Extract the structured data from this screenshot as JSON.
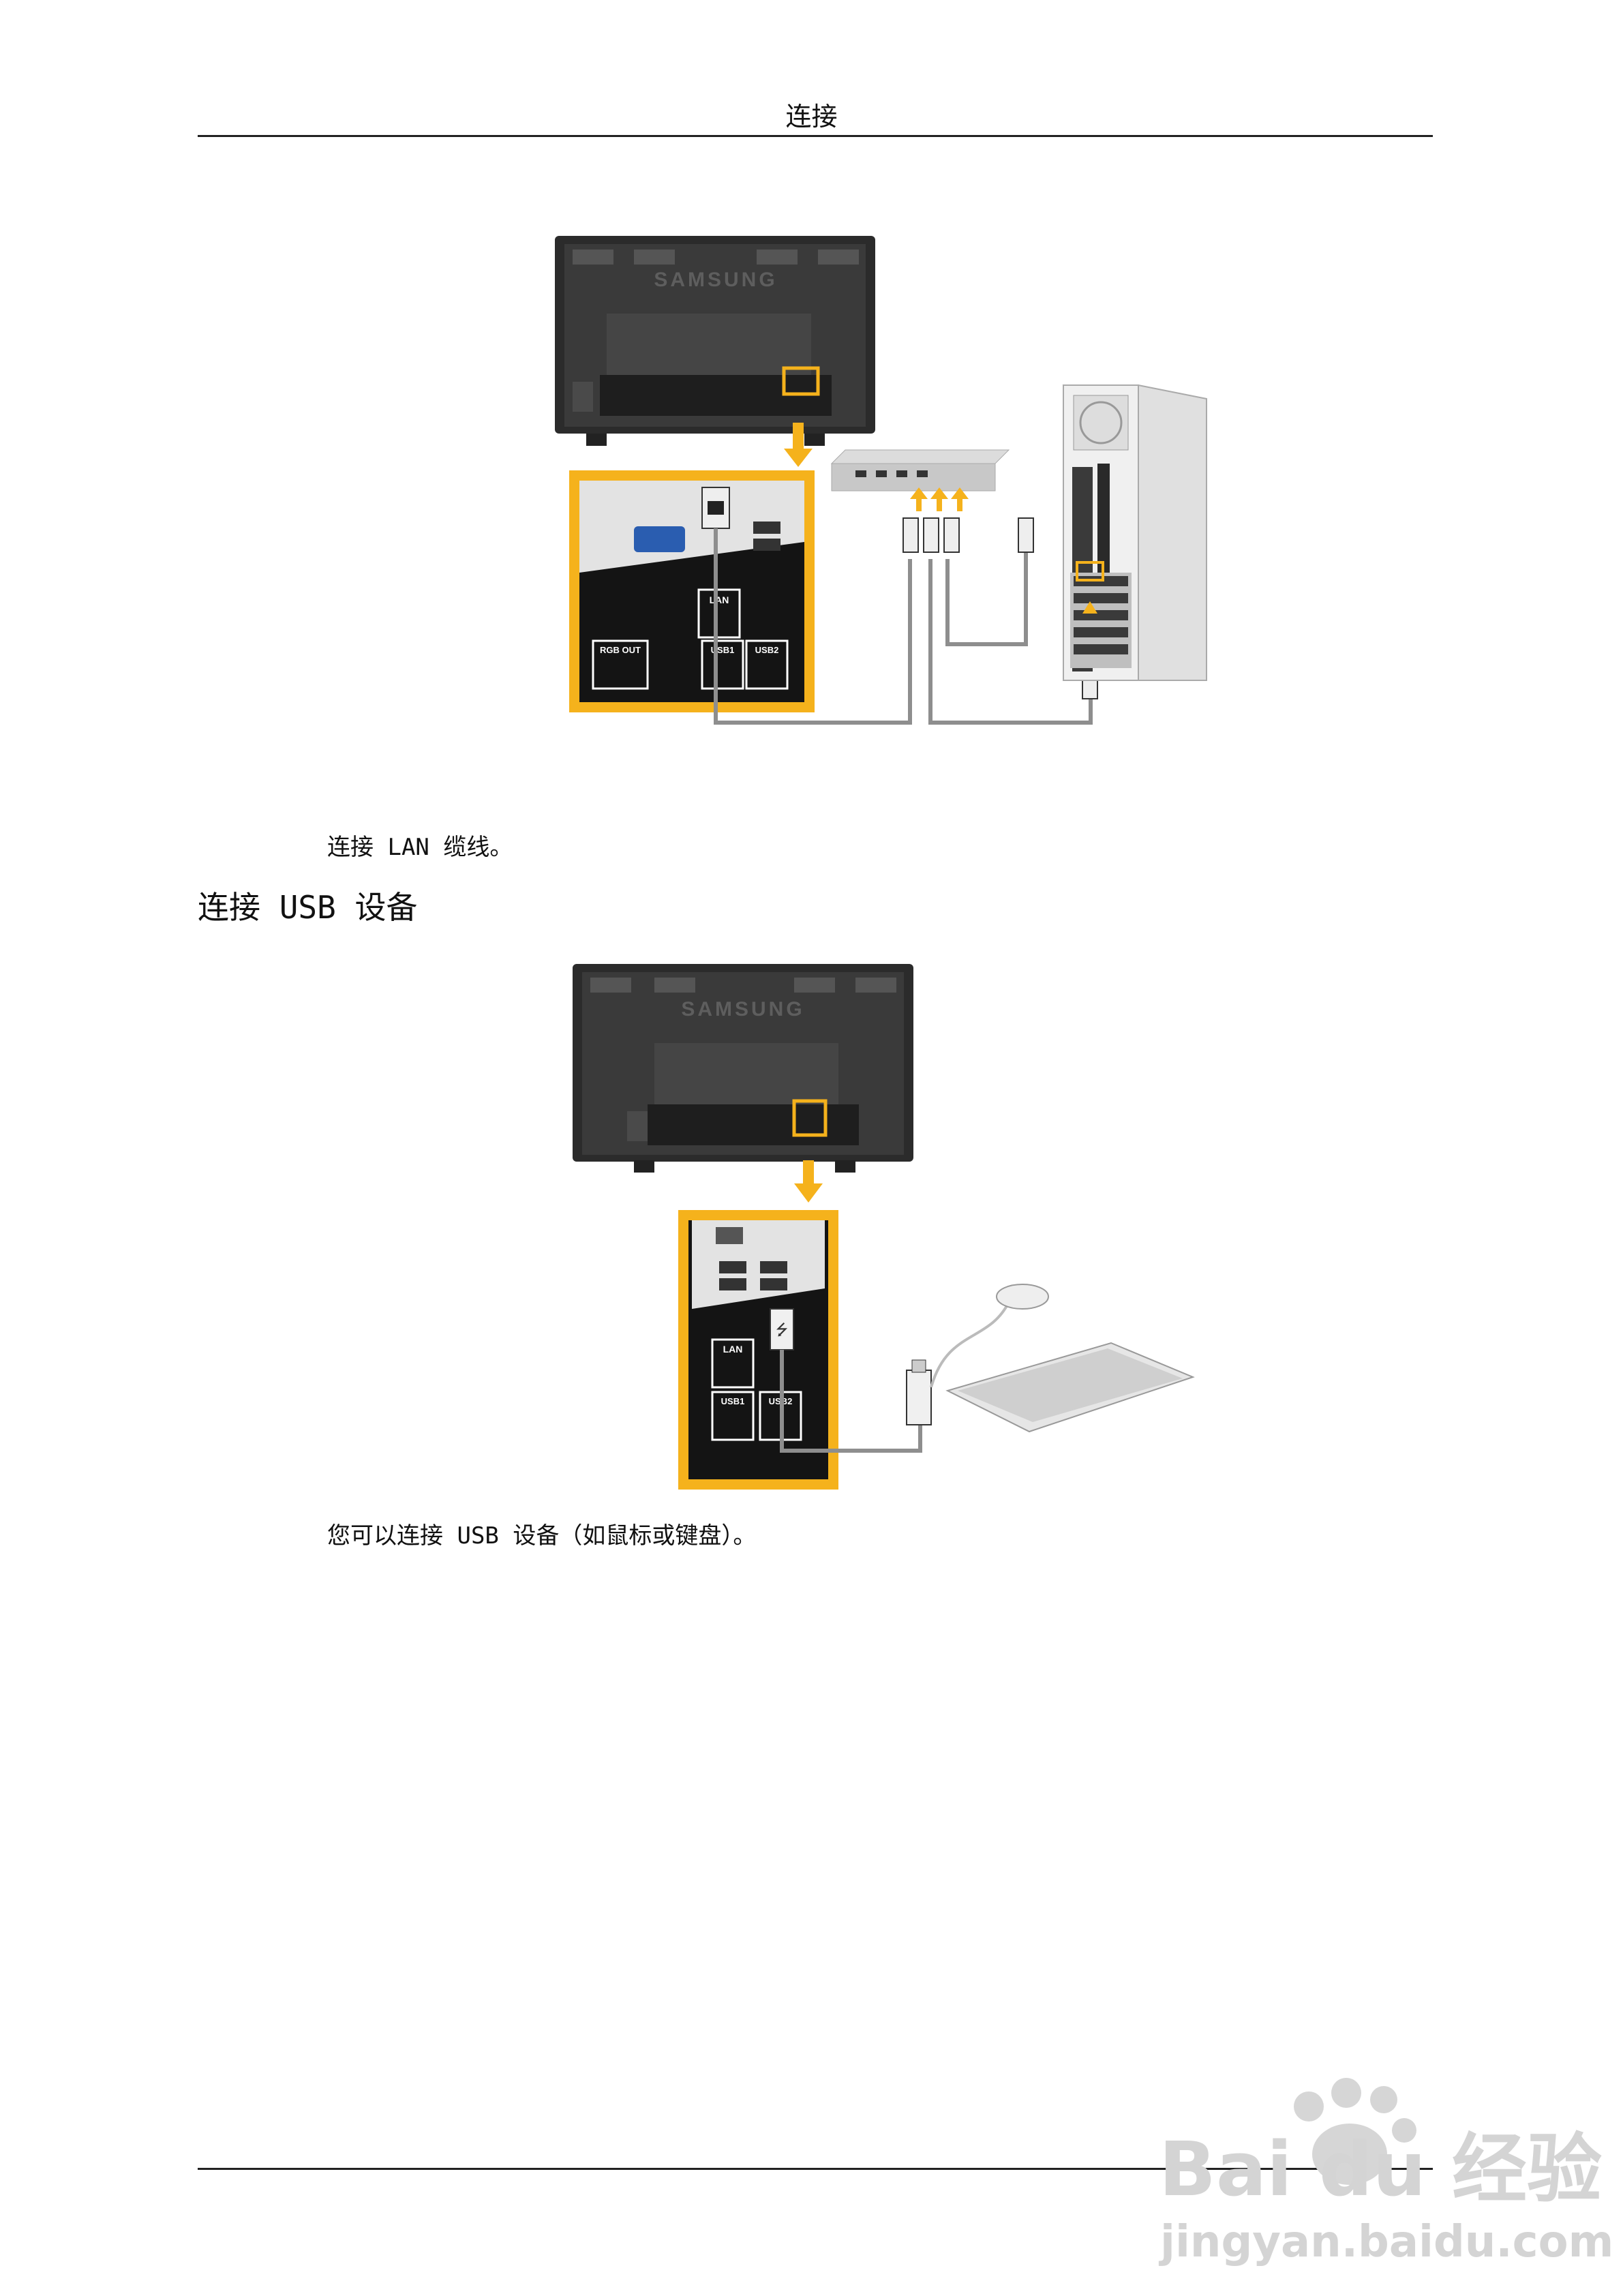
{
  "header": {
    "title": "连接"
  },
  "figure1": {
    "brand": "SAMSUNG",
    "port_labels": {
      "lan": "LAN",
      "usb1": "USB1",
      "usb2": "USB2",
      "rgb_out": "RGB OUT"
    }
  },
  "caption1": "连接 LAN 缆线。",
  "section": {
    "heading": "连接 USB 设备"
  },
  "figure2": {
    "brand": "SAMSUNG",
    "port_labels": {
      "lan": "LAN",
      "usb1": "USB1",
      "usb2": "USB2"
    }
  },
  "caption2": "您可以连接 USB 设备（如鼠标或键盘）。",
  "watermark": {
    "brand": "Bai",
    "brand2": "du",
    "cn": "经验",
    "url": "jingyan.baidu.com"
  },
  "colors": {
    "accent": "#f5b21c",
    "panel": "#1a1a1a",
    "rule": "#222222"
  }
}
